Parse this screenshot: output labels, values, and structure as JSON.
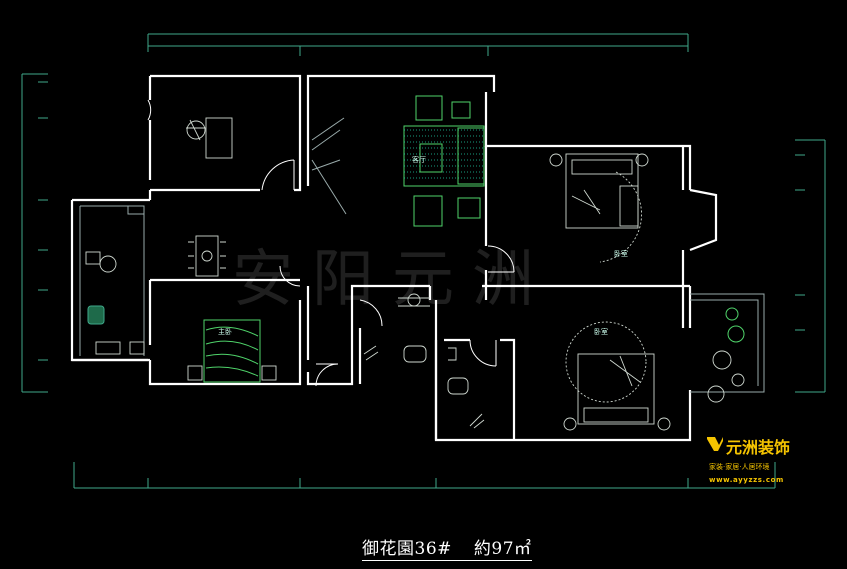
{
  "drawing": {
    "title": "御花園36#",
    "area": "約97㎡"
  },
  "watermark": {
    "text": "安阳元洲"
  },
  "room_labels": {
    "bedroom_right_top": "卧室",
    "bedroom_left": "主卧",
    "bedroom_right_bottom": "卧室",
    "living": "客厅"
  },
  "logo": {
    "name": "元洲装饰",
    "tagline": "家装·家居·人居环境",
    "url": "www.ayyzzs.com",
    "color": "#f5c400"
  },
  "icons": {
    "logo": "logo-mark-icon"
  }
}
